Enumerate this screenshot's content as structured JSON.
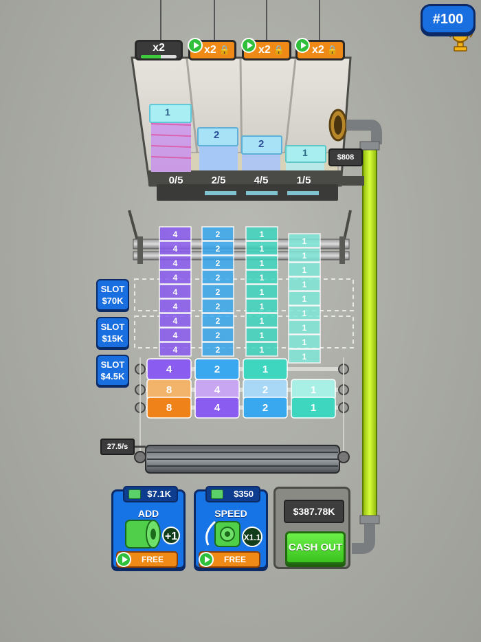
{
  "rank": {
    "label": "#100"
  },
  "multipliers": [
    {
      "label": "x2",
      "progress": 0.55,
      "locked": false,
      "video": false
    },
    {
      "label": "x2",
      "locked": true,
      "video": true
    },
    {
      "label": "x2",
      "locked": true,
      "video": true
    },
    {
      "label": "x2",
      "locked": true,
      "video": true
    }
  ],
  "bins": [
    {
      "fill": "0/5",
      "bill_value": "1"
    },
    {
      "fill": "2/5",
      "bill_value": "2"
    },
    {
      "fill": "4/5",
      "bill_value": "2"
    },
    {
      "fill": "1/5",
      "bill_value": "1"
    }
  ],
  "machine_price": "$808",
  "lanes": [
    {
      "value": "4",
      "color": "#8b5cf0"
    },
    {
      "value": "2",
      "color": "#3aa8ee"
    },
    {
      "value": "1",
      "color": "#3fd6c0"
    },
    {
      "value": "1",
      "color": "#7fe7d8"
    }
  ],
  "slots": [
    {
      "line1": "SLOT",
      "line2": "$70K"
    },
    {
      "line1": "SLOT",
      "line2": "$15K"
    },
    {
      "line1": "SLOT",
      "line2": "$4.5K"
    }
  ],
  "roller_row1": [
    "4",
    "2",
    "1"
  ],
  "roller_row2": [
    "8",
    "4",
    "2",
    "1"
  ],
  "roller_row3": [
    "8",
    "4",
    "2",
    "1"
  ],
  "rate": "27.5/s",
  "upgrades": [
    {
      "cost": "$7.1K",
      "title": "ADD",
      "bonus": "+1",
      "action": "FREE"
    },
    {
      "cost": "$350",
      "title": "SPEED",
      "bonus": "X1.1",
      "action": "FREE"
    }
  ],
  "cash": {
    "amount": "$387.78K",
    "button": "CASH OUT"
  },
  "colors": {
    "purple": "#8b5cf0",
    "blue": "#3aa8ee",
    "teal": "#3fd6c0",
    "orange": "#f0821a",
    "pipe": "#c7f21a",
    "ui_blue": "#1674e6"
  }
}
